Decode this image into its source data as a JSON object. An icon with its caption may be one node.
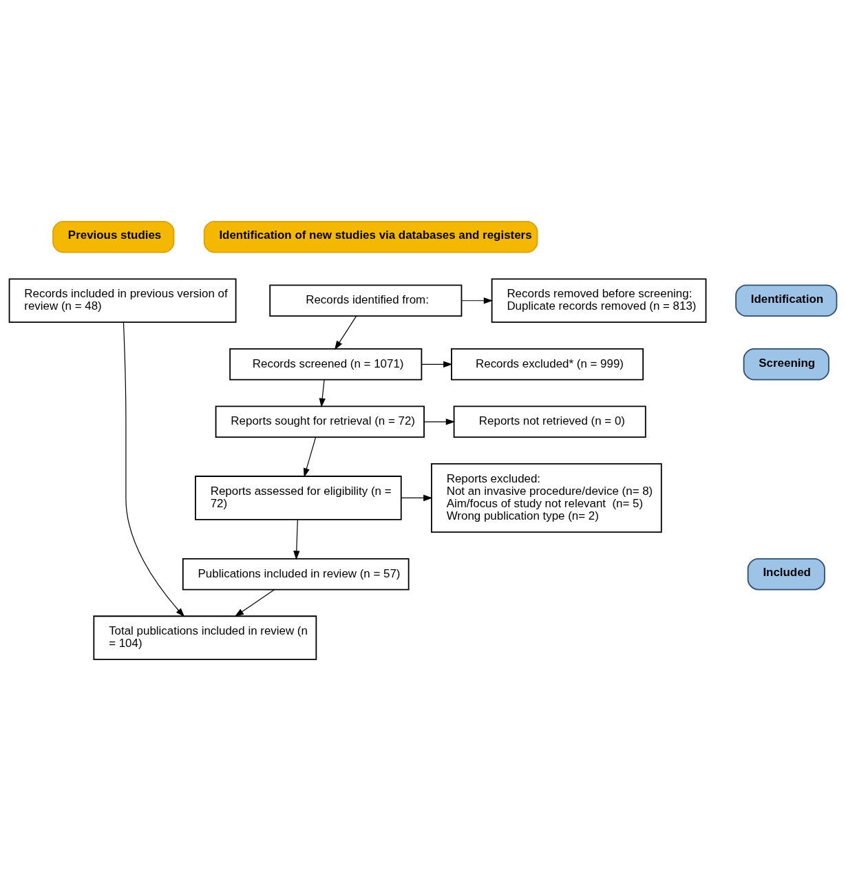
{
  "diagram": {
    "nodes": [
      {
        "text": [
          "Previous studies"
        ]
      },
      {
        "text": [
          "Identification of new studies via databases and registers"
        ]
      },
      {
        "text": [
          "Identification"
        ]
      },
      {
        "text": [
          "Screening"
        ]
      },
      {
        "text": [
          "Included"
        ]
      },
      {
        "text": [
          "Records included in previous version of review (n = 48)"
        ]
      },
      {
        "text": [
          "Records identified from:"
        ]
      },
      {
        "text": [
          "Records removed before screening:",
          "Duplicate records removed (n = 813)"
        ]
      },
      {
        "text": [
          "Records screened (n = 1071)"
        ]
      },
      {
        "text": [
          "Records excluded* (n = 999)"
        ]
      },
      {
        "text": [
          "Reports sought for retrieval (n = 72)"
        ]
      },
      {
        "text": [
          "Reports not retrieved (n = 0)"
        ]
      },
      {
        "text": [
          "Reports assessed for eligibility (n = 72)"
        ]
      },
      {
        "text": [
          "Reports excluded:",
          "Not an invasive procedure/device (n= 8)",
          "Aim/focus of study not relevant  (n= 5)",
          "Wrong publication type (n= 2)"
        ]
      },
      {
        "text": [
          "Publications included in review (n = 57)"
        ]
      },
      {
        "text": [
          "Total publications included in review (n = 104)"
        ]
      }
    ],
    "edges": [
      {
        "from": 6,
        "to": 7,
        "arrow": "to"
      },
      {
        "from": 6,
        "to": 8,
        "arrow": "to"
      },
      {
        "from": 8,
        "to": 9,
        "arrow": "to"
      },
      {
        "from": 8,
        "to": 10,
        "arrow": "to"
      },
      {
        "from": 10,
        "to": 11,
        "arrow": "to"
      },
      {
        "from": 10,
        "to": 12,
        "arrow": "to"
      },
      {
        "from": 12,
        "to": 13,
        "arrow": "to"
      },
      {
        "from": 12,
        "to": 14,
        "arrow": "to"
      },
      {
        "from": 14,
        "to": 15,
        "arrow": "to"
      },
      {
        "from": 5,
        "to": 15,
        "arrow": "to"
      }
    ]
  }
}
